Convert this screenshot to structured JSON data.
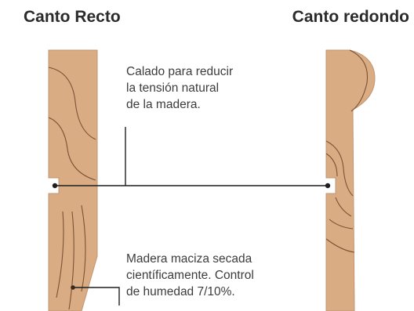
{
  "titles": {
    "left": "Canto Recto",
    "right": "Canto redondo"
  },
  "annotations": {
    "top": [
      "Calado  para reducir",
      "la tensión natural",
      "de la madera."
    ],
    "bottom": [
      "Madera maciza secada",
      "científicamente. Control",
      "de humedad 7/10%."
    ]
  },
  "colors": {
    "wood": "#d9ac83",
    "grain": "#7b5234",
    "line": "#1f1f1f",
    "text": "#3c3c3c"
  }
}
